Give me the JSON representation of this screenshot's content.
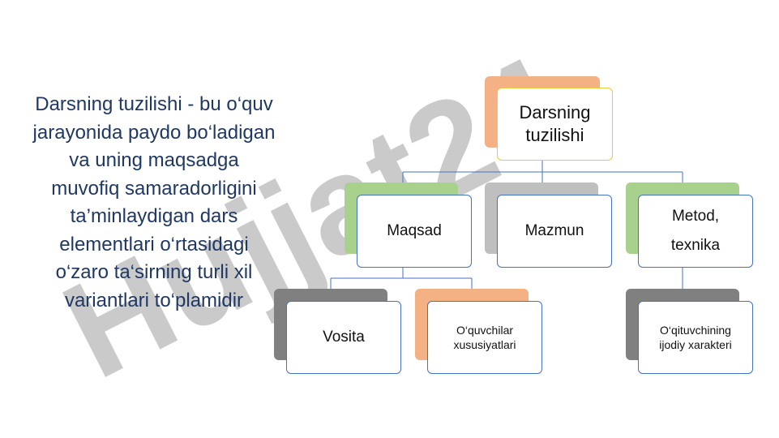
{
  "intro_text": "Darsning tuzilishi - bu o‘quv jarayonida paydo bo‘ladigan va uning maqsadga muvofiq samaradorligini ta’minlaydigan dars elementlari o‘rtasidagi o‘zaro ta‘sirning turli xil variantlari to‘plamidir",
  "watermark": "Hujjat24",
  "nodes": {
    "root": {
      "label": "Darsning tuzilishi",
      "accent": "#f4b183"
    },
    "maqsad": {
      "label": "Maqsad",
      "accent": "#a9d18e"
    },
    "mazmun": {
      "label": "Mazmun",
      "accent": "#bfbfbf"
    },
    "metod": {
      "label": "Metod, texnika",
      "accent": "#a9d18e"
    },
    "vosita": {
      "label": "Vosita",
      "accent": "#808080"
    },
    "oquvchilar": {
      "label": "O‘quvchilar xususiyatlari",
      "accent": "#f4b183"
    },
    "oqituvchi": {
      "label": "O‘qituvchining ijodiy xarakteri",
      "accent": "#808080"
    }
  },
  "colors": {
    "text_blue": "#1f3864",
    "node_border": "#4472c4",
    "root_border": "#f2c642",
    "connector": "#4472c4",
    "watermark_gray": "#9e9e9e",
    "watermark_violet": "#c9b8f2"
  }
}
